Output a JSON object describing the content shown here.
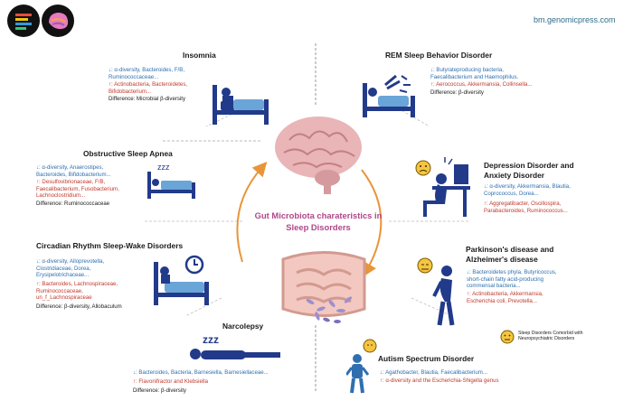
{
  "header": {
    "url": "bm.genomicpress.com"
  },
  "center": {
    "title_line1": "Gut Microbiota charateristics in",
    "title_line2": "Sleep Disorders"
  },
  "legend": {
    "note": "Sleep Disorders Comorbid with\nNeuropsychiatric Disorders"
  },
  "colors": {
    "blue_text": "#2f6fb0",
    "red_text": "#c0392b",
    "title_pink": "#b0478a",
    "arrow_orange": "#e8953a",
    "icon_navy": "#223a8a"
  },
  "icons": {
    "legend": "neutral-face-icon",
    "depression": "stressed-face-icon",
    "parkinsons": "tired-face-icon",
    "autism": "confused-face-icon"
  },
  "disorders": {
    "insomnia": {
      "title": "Insomnia",
      "down": "↓: α-diversity, Bacteroides, F/B,\nRuminococcaceae...",
      "up": "↑: Actinobacteria,  Bacteroidetes,\nBifidobacterium...",
      "diff": "Difference: Microbial β-diversity"
    },
    "rem": {
      "title": "REM Sleep Behavior Disorder",
      "down": "↓: Butyrateproducing bacteria,\nFaecalibacterium and Haemophilus.",
      "up": "↑: Aerococcus, Akkermansia, Collinsella...",
      "diff": "Difference: β-diversity"
    },
    "osa": {
      "title": "Obstructive Sleep Apnea",
      "down": "↓: α-diversity, Anaerostipes,\nBacteroides, Bifidobacterium...",
      "up": "↑: Desulfovibrionaceae, F/B,\nFaecalibacterium, Fusobacterium,\nLachnoclostridium...",
      "diff": "Difference: Ruminococcaceae"
    },
    "depression": {
      "title_line1": "Depression Disorder and",
      "title_line2": "Anxiety Disorder",
      "down": "↓: α-diversity, Akkermansia, Blautia,\nCoprococcus, Dorea...",
      "up": "↑: Aggregatibacter, Oscillospira,\nParabacteroides, Ruminococcus..."
    },
    "circadian": {
      "title": "Circadian Rhythm Sleep-Wake Disorders",
      "down": "↓: α-diversity, Alloprevotella,\nClostridiaceae, Dorea,\nErysipelotrichaceae...",
      "up": "↑: Bacteroides,  Lachnospiraceae,\nRuminococcaceae,\nun_f_Lachnospiraceae",
      "diff": "Difference: β-diversity, Allobaculum"
    },
    "parkinsons": {
      "title_line1": "Parkinson's disease and",
      "title_line2": "Alzheimer's disease",
      "down": "↓: Bacteroidetes phyla, Butyricoccus,\nshort-chain fatty acid-producing\ncommensal bacteria...",
      "up": "↑: Actinobacteria, Akkermansia,\nEscherichia coli, Prevotella..."
    },
    "narcolepsy": {
      "title": "Narcolepsy",
      "down": "↓: Bacteroides, Bacteria, Barnesiella, Barnesiellaceae...",
      "up": "↑: Flavonifractor and Klebsiella",
      "diff": "Difference: β-diversity"
    },
    "autism": {
      "title": "Autism Spectrum Disorder",
      "down": "↓: Agathobacter, Blautia, Faecalibacterium...",
      "up": "↑: α-diversity and the Escherichia-Shigella genus"
    }
  }
}
